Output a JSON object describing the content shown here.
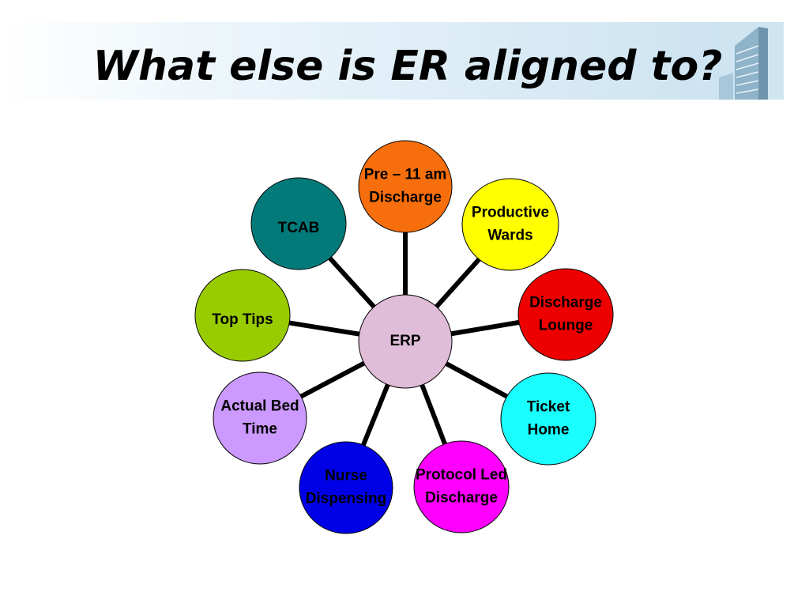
{
  "title": "What else is ER aligned to?",
  "hub": {
    "label": "ERP",
    "color": "#dfbcd7"
  },
  "nodes": [
    {
      "lines": [
        "Pre – 11 am",
        "Discharge"
      ],
      "color": "#f76f0c"
    },
    {
      "lines": [
        "Productive",
        "Wards"
      ],
      "color": "#ffff00"
    },
    {
      "lines": [
        "Discharge",
        "Lounge"
      ],
      "color": "#ee0000"
    },
    {
      "lines": [
        "Ticket",
        "Home"
      ],
      "color": "#19ffff"
    },
    {
      "lines": [
        "Protocol Led",
        "Discharge"
      ],
      "color": "#ff00ff"
    },
    {
      "lines": [
        "Nurse",
        "Dispensing"
      ],
      "color": "#0000e6"
    },
    {
      "lines": [
        "Actual Bed",
        "Time"
      ],
      "color": "#cc99ff"
    },
    {
      "lines": [
        "Top Tips"
      ],
      "color": "#99cc00"
    },
    {
      "lines": [
        "TCAB"
      ],
      "color": "#037a7a"
    }
  ],
  "colors": {
    "outline": "#000000",
    "connector": "#000000",
    "text": "#000000"
  }
}
